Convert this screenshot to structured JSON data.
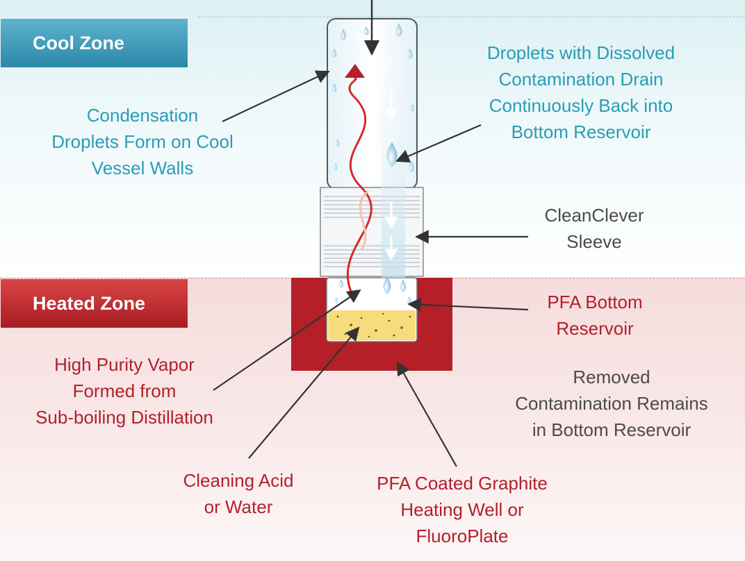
{
  "zones": {
    "cool": "Cool Zone",
    "heated": "Heated Zone"
  },
  "labels": {
    "droplets_drain": "Droplets with Dissolved\nContamination Drain\nContinuously Back into\nBottom Reservoir",
    "condensation": "Condensation\nDroplets Form on Cool\nVessel Walls",
    "sleeve": "CleanClever\nSleeve",
    "pfa_reservoir": "PFA Bottom\nReservoir",
    "vapor": "High Purity Vapor\nFormed from\nSub-boiling Distillation",
    "removed": "Removed\nContamination Remains\nin Bottom Reservoir",
    "acid": "Cleaning Acid\nor Water",
    "graphite": "PFA Coated Graphite\nHeating Well or\nFluoroPlate"
  },
  "colors": {
    "cool_accent": "#2a9cb5",
    "heat_accent": "#b2202c",
    "neutral_text": "#4b4b4b",
    "heating_well": "#b41f28",
    "liquid": "#f7dc7c"
  }
}
